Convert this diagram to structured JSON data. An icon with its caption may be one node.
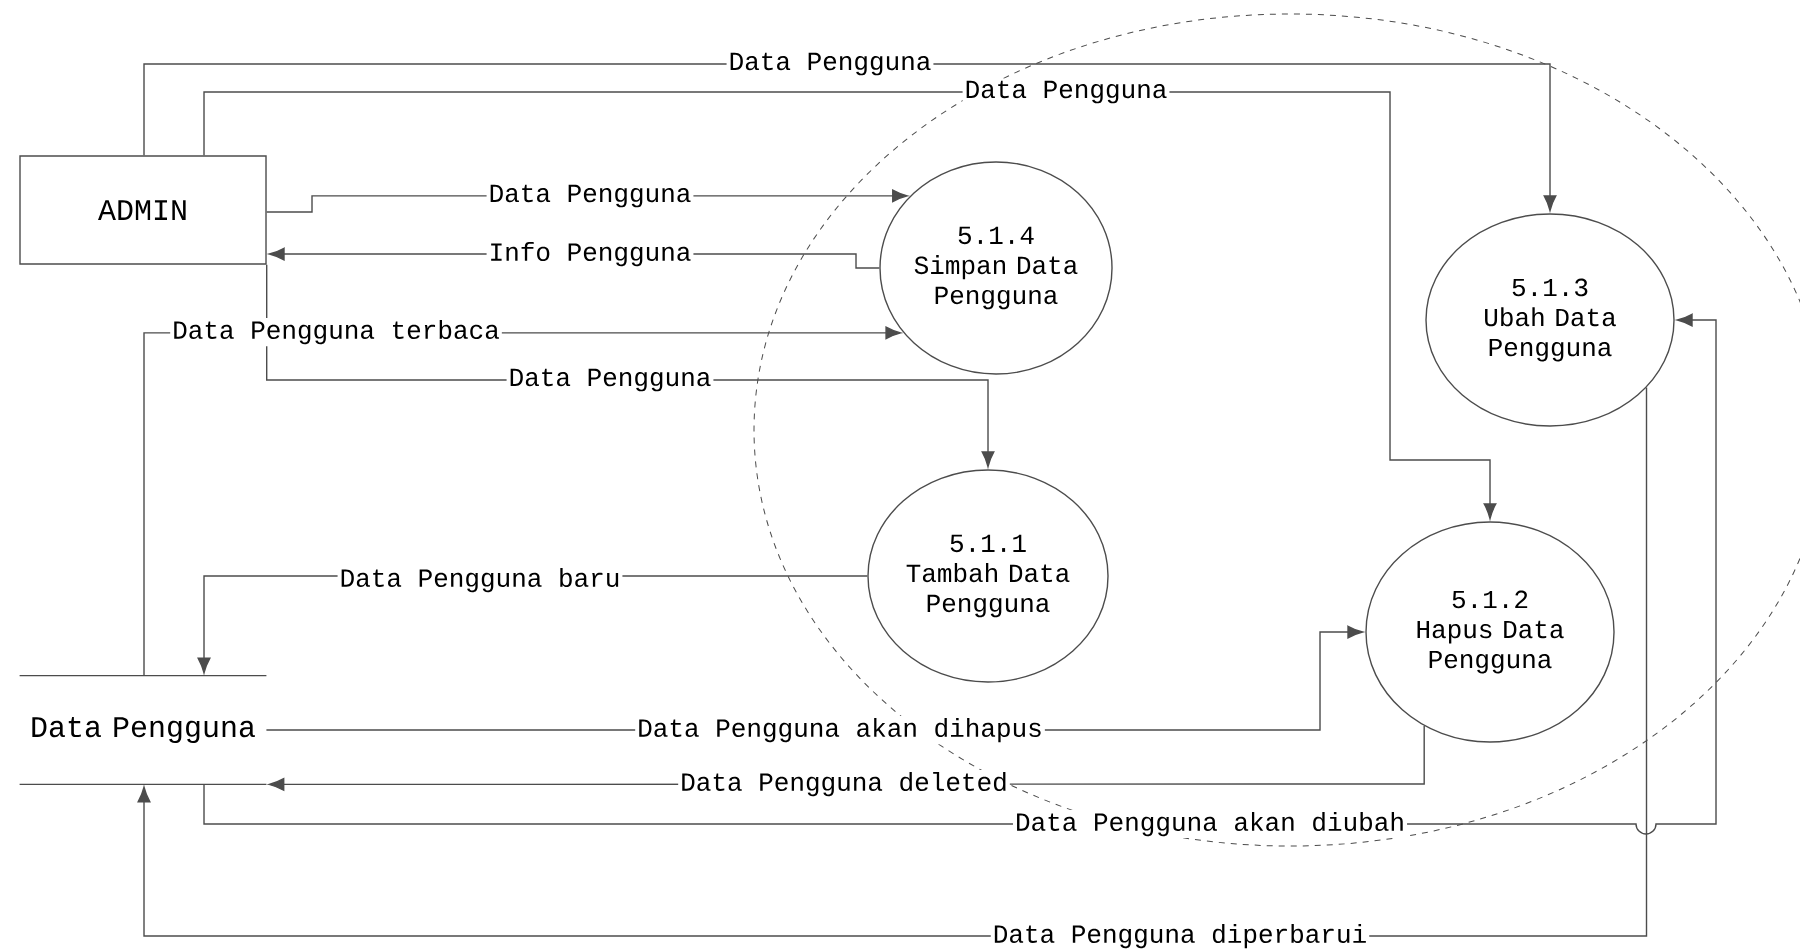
{
  "diagram": {
    "nodes": [
      {
        "text": [
          "ADMIN"
        ]
      },
      {
        "text": [
          "5.1.4",
          "Simpan Data Pengguna"
        ]
      },
      {
        "text": [
          "5.1.3",
          "Ubah Data Pengguna"
        ]
      },
      {
        "text": [
          "5.1.1",
          "Tambah Data Pengguna"
        ]
      },
      {
        "text": [
          "5.1.2",
          "Hapus Data Pengguna"
        ]
      },
      {
        "text": [
          "Data Pengguna"
        ]
      }
    ],
    "edges": [
      {
        "from": 0,
        "to": 2,
        "arrow": "to",
        "label": "Data Pengguna"
      },
      {
        "from": 0,
        "to": 4,
        "arrow": "to",
        "label": "Data Pengguna"
      },
      {
        "from": 0,
        "to": 1,
        "arrow": "to",
        "label": "Data Pengguna"
      },
      {
        "from": 1,
        "to": 0,
        "arrow": "to",
        "label": "Info Pengguna"
      },
      {
        "from": 5,
        "to": 1,
        "arrow": "to",
        "label": "Data Pengguna terbaca"
      },
      {
        "from": 0,
        "to": 3,
        "arrow": "to",
        "label": "Data Pengguna"
      },
      {
        "from": 3,
        "to": 5,
        "arrow": "to",
        "label": "Data Pengguna baru"
      },
      {
        "from": 5,
        "to": 4,
        "arrow": "to",
        "label": "Data Pengguna akan dihapus"
      },
      {
        "from": 4,
        "to": 5,
        "arrow": "to",
        "label": "Data Pengguna deleted"
      },
      {
        "from": 5,
        "to": 2,
        "arrow": "to",
        "label": "Data Pengguna akan diubah"
      },
      {
        "from": 2,
        "to": 5,
        "arrow": "to",
        "label": "Data Pengguna diperbarui"
      }
    ]
  }
}
